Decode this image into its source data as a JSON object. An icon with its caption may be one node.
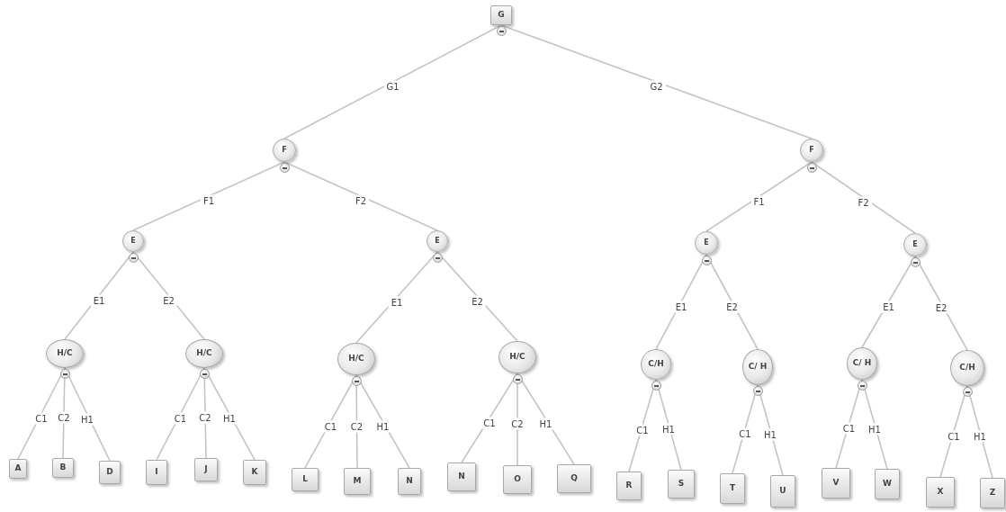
{
  "diagram": {
    "nodes": [
      {
        "text": [
          "G"
        ]
      },
      {
        "text": [
          "F"
        ]
      },
      {
        "text": [
          "F"
        ]
      },
      {
        "text": [
          "E"
        ]
      },
      {
        "text": [
          "E"
        ]
      },
      {
        "text": [
          "E"
        ]
      },
      {
        "text": [
          "E"
        ]
      },
      {
        "text": [
          "H/C"
        ]
      },
      {
        "text": [
          "H/C"
        ]
      },
      {
        "text": [
          "H/C"
        ]
      },
      {
        "text": [
          "H/C"
        ]
      },
      {
        "text": [
          "C/H"
        ]
      },
      {
        "text": [
          "C/ H"
        ]
      },
      {
        "text": [
          "C/ H"
        ]
      },
      {
        "text": [
          "C/H"
        ]
      },
      {
        "text": [
          "A"
        ]
      },
      {
        "text": [
          "B"
        ]
      },
      {
        "text": [
          "D"
        ]
      },
      {
        "text": [
          "I"
        ]
      },
      {
        "text": [
          "J"
        ]
      },
      {
        "text": [
          "K"
        ]
      },
      {
        "text": [
          "L"
        ]
      },
      {
        "text": [
          "M"
        ]
      },
      {
        "text": [
          "N"
        ]
      },
      {
        "text": [
          "N"
        ]
      },
      {
        "text": [
          "O"
        ]
      },
      {
        "text": [
          "Q"
        ]
      },
      {
        "text": [
          "R"
        ]
      },
      {
        "text": [
          "S"
        ]
      },
      {
        "text": [
          "T"
        ]
      },
      {
        "text": [
          "U"
        ]
      },
      {
        "text": [
          "V"
        ]
      },
      {
        "text": [
          "W"
        ]
      },
      {
        "text": [
          "X"
        ]
      },
      {
        "text": [
          "Z"
        ]
      }
    ],
    "edges": [
      {
        "from": 0,
        "to": 1,
        "arrow": "none",
        "label": "G1"
      },
      {
        "from": 0,
        "to": 2,
        "arrow": "none",
        "label": "G2"
      },
      {
        "from": 1,
        "to": 3,
        "arrow": "none",
        "label": "F1"
      },
      {
        "from": 1,
        "to": 4,
        "arrow": "none",
        "label": "F2"
      },
      {
        "from": 2,
        "to": 5,
        "arrow": "none",
        "label": "F1"
      },
      {
        "from": 2,
        "to": 6,
        "arrow": "none",
        "label": "F2"
      },
      {
        "from": 3,
        "to": 7,
        "arrow": "none",
        "label": "E1"
      },
      {
        "from": 3,
        "to": 8,
        "arrow": "none",
        "label": "E2"
      },
      {
        "from": 4,
        "to": 9,
        "arrow": "none",
        "label": "E1"
      },
      {
        "from": 4,
        "to": 10,
        "arrow": "none",
        "label": "E2"
      },
      {
        "from": 5,
        "to": 11,
        "arrow": "none",
        "label": "E1"
      },
      {
        "from": 5,
        "to": 12,
        "arrow": "none",
        "label": "E2"
      },
      {
        "from": 6,
        "to": 13,
        "arrow": "none",
        "label": "E1"
      },
      {
        "from": 6,
        "to": 14,
        "arrow": "none",
        "label": "E2"
      },
      {
        "from": 7,
        "to": 15,
        "arrow": "none",
        "label": "C1"
      },
      {
        "from": 7,
        "to": 16,
        "arrow": "none",
        "label": "C2"
      },
      {
        "from": 7,
        "to": 17,
        "arrow": "none",
        "label": "H1"
      },
      {
        "from": 8,
        "to": 18,
        "arrow": "none",
        "label": "C1"
      },
      {
        "from": 8,
        "to": 19,
        "arrow": "none",
        "label": "C2"
      },
      {
        "from": 8,
        "to": 20,
        "arrow": "none",
        "label": "H1"
      },
      {
        "from": 9,
        "to": 21,
        "arrow": "none",
        "label": "C1"
      },
      {
        "from": 9,
        "to": 22,
        "arrow": "none",
        "label": "C2"
      },
      {
        "from": 9,
        "to": 23,
        "arrow": "none",
        "label": "H1"
      },
      {
        "from": 10,
        "to": 24,
        "arrow": "none",
        "label": "C1"
      },
      {
        "from": 10,
        "to": 25,
        "arrow": "none",
        "label": "C2"
      },
      {
        "from": 10,
        "to": 26,
        "arrow": "none",
        "label": "H1"
      },
      {
        "from": 11,
        "to": 27,
        "arrow": "none",
        "label": "C1"
      },
      {
        "from": 11,
        "to": 28,
        "arrow": "none",
        "label": "H1"
      },
      {
        "from": 12,
        "to": 29,
        "arrow": "none",
        "label": "C1"
      },
      {
        "from": 12,
        "to": 30,
        "arrow": "none",
        "label": "H1"
      },
      {
        "from": 13,
        "to": 31,
        "arrow": "none",
        "label": "C1"
      },
      {
        "from": 13,
        "to": 32,
        "arrow": "none",
        "label": "H1"
      },
      {
        "from": 14,
        "to": 33,
        "arrow": "none",
        "label": "C1"
      },
      {
        "from": 14,
        "to": 34,
        "arrow": "none",
        "label": "H1"
      }
    ]
  }
}
